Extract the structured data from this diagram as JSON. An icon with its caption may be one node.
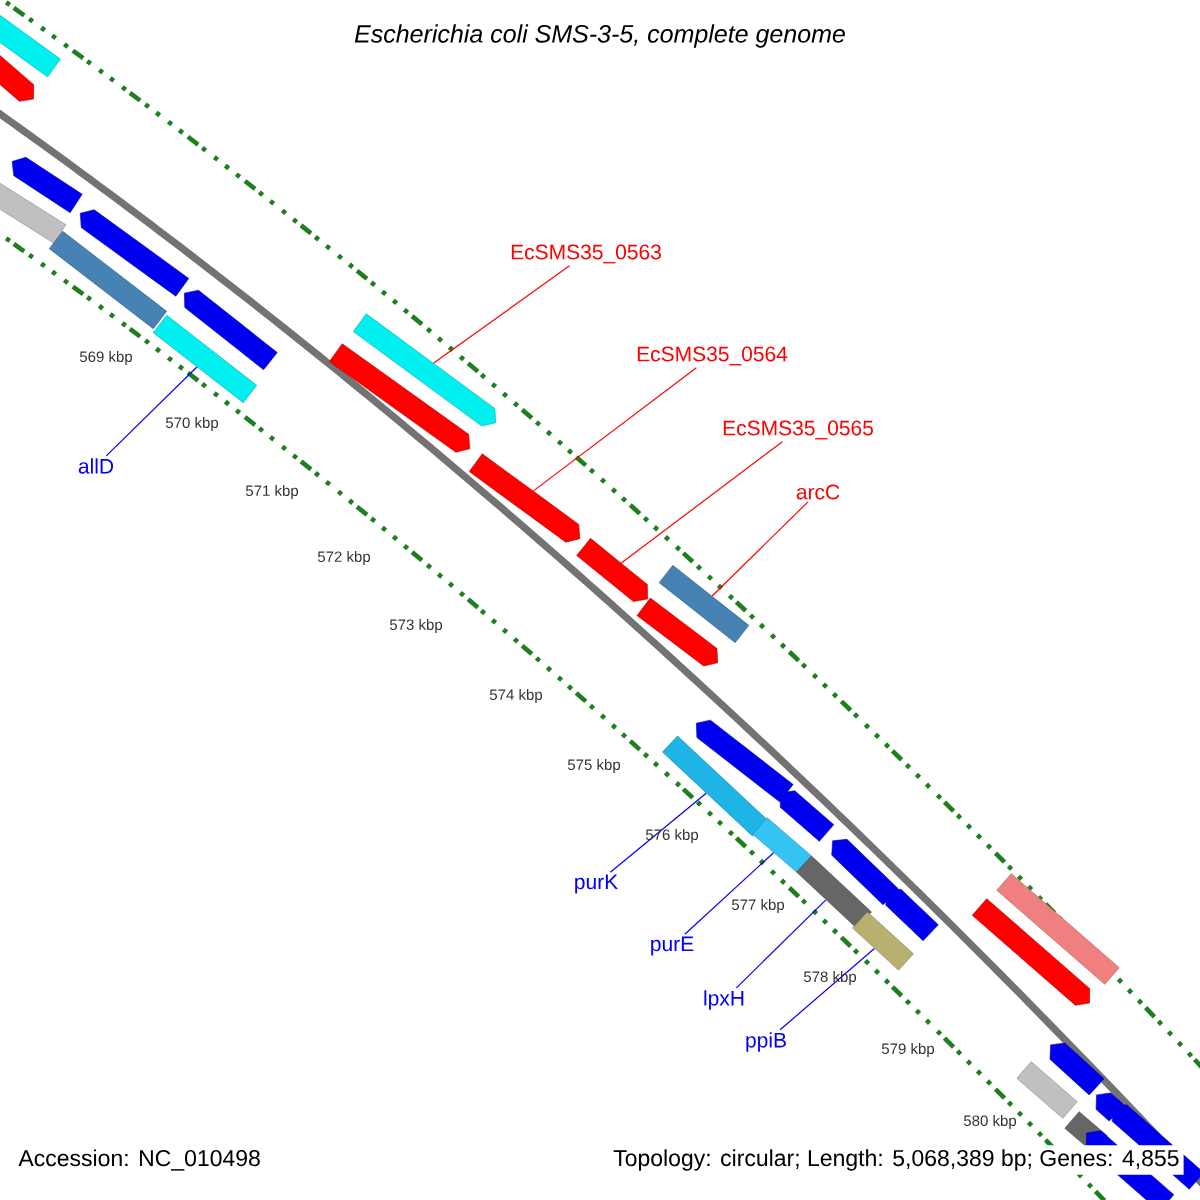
{
  "diagram": {
    "title": "Escherichia coli SMS-3-5, complete genome",
    "nodes": [
      {
        "text": [
          "EcSMS35_0563"
        ]
      },
      {
        "text": [
          "EcSMS35_0564"
        ]
      },
      {
        "text": [
          "EcSMS35_0565"
        ]
      },
      {
        "text": [
          "allD"
        ]
      },
      {
        "text": [
          "arcC"
        ]
      },
      {
        "text": [
          "purK"
        ]
      },
      {
        "text": [
          "purE"
        ]
      },
      {
        "text": [
          "lpxH"
        ]
      },
      {
        "text": [
          "ppiB"
        ]
      },
      {
        "text": [],
        "shape": "bar"
      },
      {
        "text": [],
        "shape": "bar"
      },
      {
        "text": [],
        "shape": "bar"
      },
      {
        "text": [],
        "shape": "bar"
      },
      {
        "text": [],
        "shape": "bar"
      },
      {
        "text": [],
        "shape": "bar"
      },
      {
        "text": [],
        "shape": "bar"
      },
      {
        "text": [],
        "shape": "bar"
      },
      {
        "text": [],
        "shape": "bar"
      },
      {
        "text": [],
        "shape": "bar"
      },
      {
        "text": [],
        "shape": "bar"
      },
      {
        "text": [],
        "shape": "bar"
      },
      {
        "text": [],
        "shape": "bar"
      },
      {
        "text": [],
        "shape": "bar"
      },
      {
        "text": [],
        "shape": "bar"
      },
      {
        "text": [],
        "shape": "bar"
      },
      {
        "text": [],
        "shape": "bar"
      },
      {
        "text": [],
        "shape": "bar"
      },
      {
        "text": [],
        "shape": "bar"
      },
      {
        "text": [],
        "shape": "bar"
      },
      {
        "text": [],
        "shape": "bar"
      },
      {
        "text": [],
        "shape": "bar"
      },
      {
        "text": [],
        "shape": "bar"
      },
      {
        "text": [],
        "shape": "bar"
      },
      {
        "text": [],
        "shape": "bar"
      },
      {
        "text": [],
        "shape": "bar"
      },
      {
        "text": [],
        "shape": "bar"
      },
      {
        "text": [],
        "shape": "bar"
      },
      {
        "text": [],
        "shape": "bar"
      },
      {
        "text": [],
        "shape": "bar"
      }
    ],
    "edges": [
      {
        "from": 0,
        "to": 9,
        "arrow": "none",
        "color": "#ff0000"
      },
      {
        "from": 1,
        "to": 10,
        "arrow": "none",
        "color": "#ff0000"
      },
      {
        "from": 2,
        "to": 11,
        "arrow": "none",
        "color": "#ff0000"
      },
      {
        "from": 3,
        "to": 12,
        "arrow": "none"
      },
      {
        "from": 4,
        "to": 13,
        "arrow": "none",
        "color": "#ff0000"
      },
      {
        "from": 5,
        "to": 14,
        "arrow": "none"
      },
      {
        "from": 6,
        "to": 15,
        "arrow": "none"
      },
      {
        "from": 7,
        "to": 16,
        "arrow": "none"
      },
      {
        "from": 8,
        "to": 17,
        "arrow": "none"
      }
    ],
    "labels": [
      "569 kbp",
      "570 kbp",
      "571 kbp",
      "572 kbp",
      "573 kbp",
      "574 kbp",
      "575 kbp",
      "576 kbp",
      "577 kbp",
      "578 kbp",
      "579 kbp",
      "580 kbp",
      "Accession: NC_010498",
      "Topology: circular; Length: 5,068,389 bp; Genes: 4,855"
    ]
  }
}
